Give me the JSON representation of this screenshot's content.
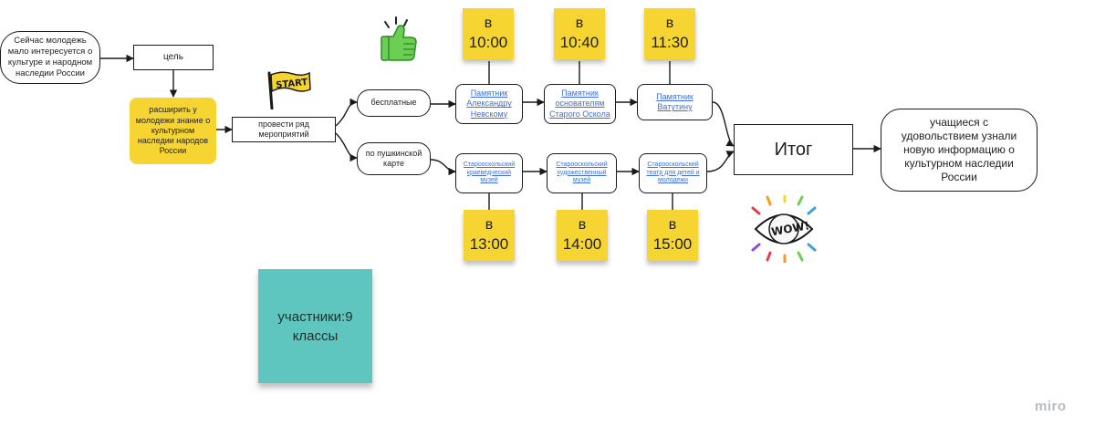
{
  "nodes": {
    "problem": "Сейчас молодежь мало интересуется о культуре и народном наследии России",
    "goal": "цель",
    "goal_text": "расширить у молодежи знание о культурном наследии народов России",
    "action": "провести ряд мероприятий",
    "branch_free": "бесплатные",
    "branch_card": "по пушкинской карте",
    "free_places": [
      "Памятник Александру Невскому",
      "Памятник основателям Старого Оскола",
      "Памятник Ватутину"
    ],
    "card_places": [
      "Старооскольский краеведческий музей",
      "Старооскольский художественный музей",
      "Старооскольский театр для детей и молодежи"
    ],
    "result": "Итог",
    "result_text": "учащиеся с удовольствием узнали новую информацию о культурном наследии России"
  },
  "stickies": {
    "top": [
      {
        "prefix": "в",
        "time": "10:00"
      },
      {
        "prefix": "в",
        "time": "10:40"
      },
      {
        "prefix": "в",
        "time": "11:30"
      }
    ],
    "bottom": [
      {
        "prefix": "в",
        "time": "13:00"
      },
      {
        "prefix": "в",
        "time": "14:00"
      },
      {
        "prefix": "в",
        "time": "15:00"
      }
    ],
    "participants": "участники:9 классы"
  },
  "stickers": {
    "start": "START",
    "wow": "WOW!",
    "thumb": "thumbs-up-icon"
  },
  "brand": "miro"
}
